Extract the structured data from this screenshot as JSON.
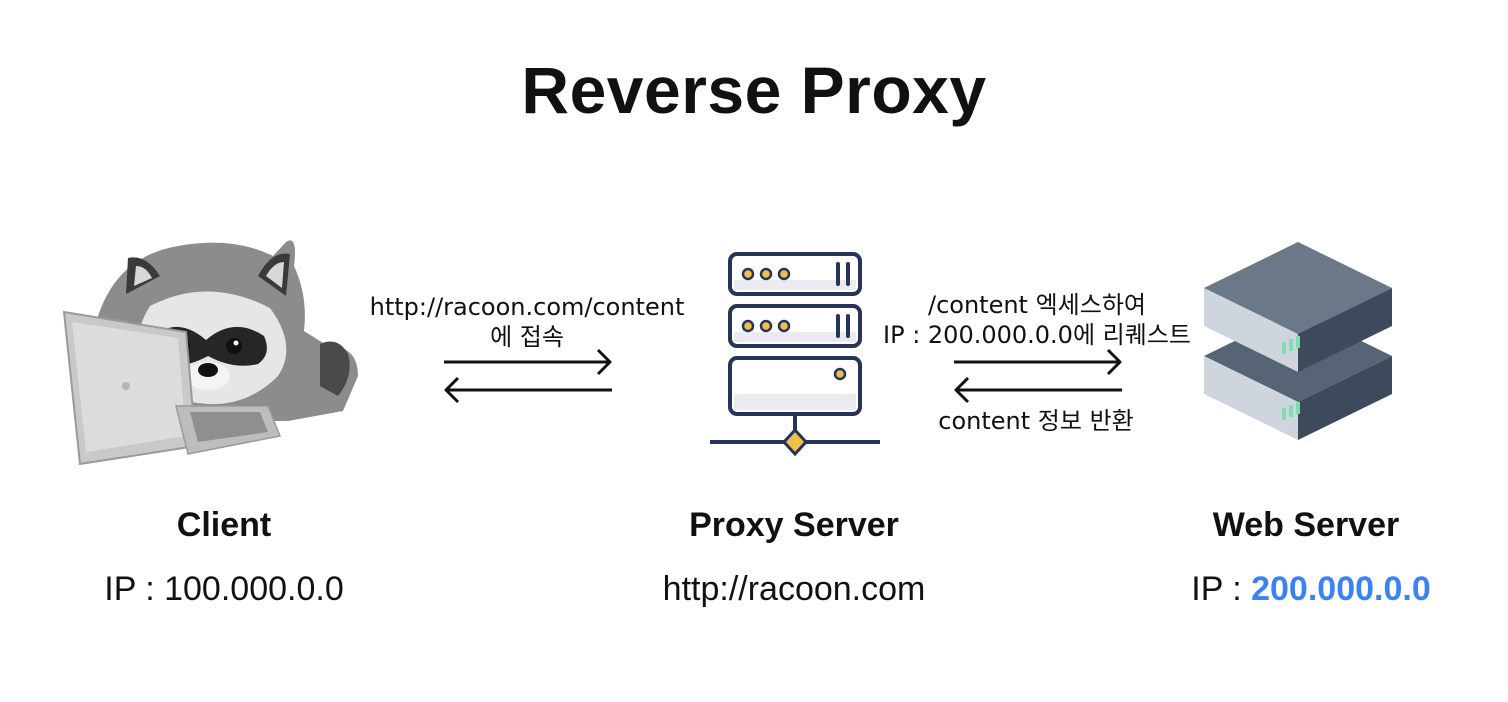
{
  "title": "Reverse Proxy",
  "colors": {
    "accent": "#3b82f6",
    "server_dark": "#3d4a5c",
    "server_side": "#4f5d70",
    "proxy_outline": "#27345a",
    "proxy_gold": "#f0c04a"
  },
  "client": {
    "name": "Client",
    "ip_prefix": "IP : ",
    "ip": "100.000.0.0",
    "icon": "raccoon-laptop-icon"
  },
  "proxy": {
    "name": "Proxy Server",
    "address": "http://racoon.com",
    "icon": "server-rack-icon"
  },
  "web": {
    "name": "Web Server",
    "ip_prefix": "IP : ",
    "ip": "200.000.0.0",
    "icon": "server-stack-icon"
  },
  "arrows": {
    "client_to_proxy_line1": "http://racoon.com/content",
    "client_to_proxy_line2": "에 접속",
    "proxy_to_web_line1": "/content 엑세스하여",
    "proxy_to_web_line2": "IP : 200.000.0.0에 리퀘스트",
    "web_to_proxy": "content 정보 반환"
  }
}
